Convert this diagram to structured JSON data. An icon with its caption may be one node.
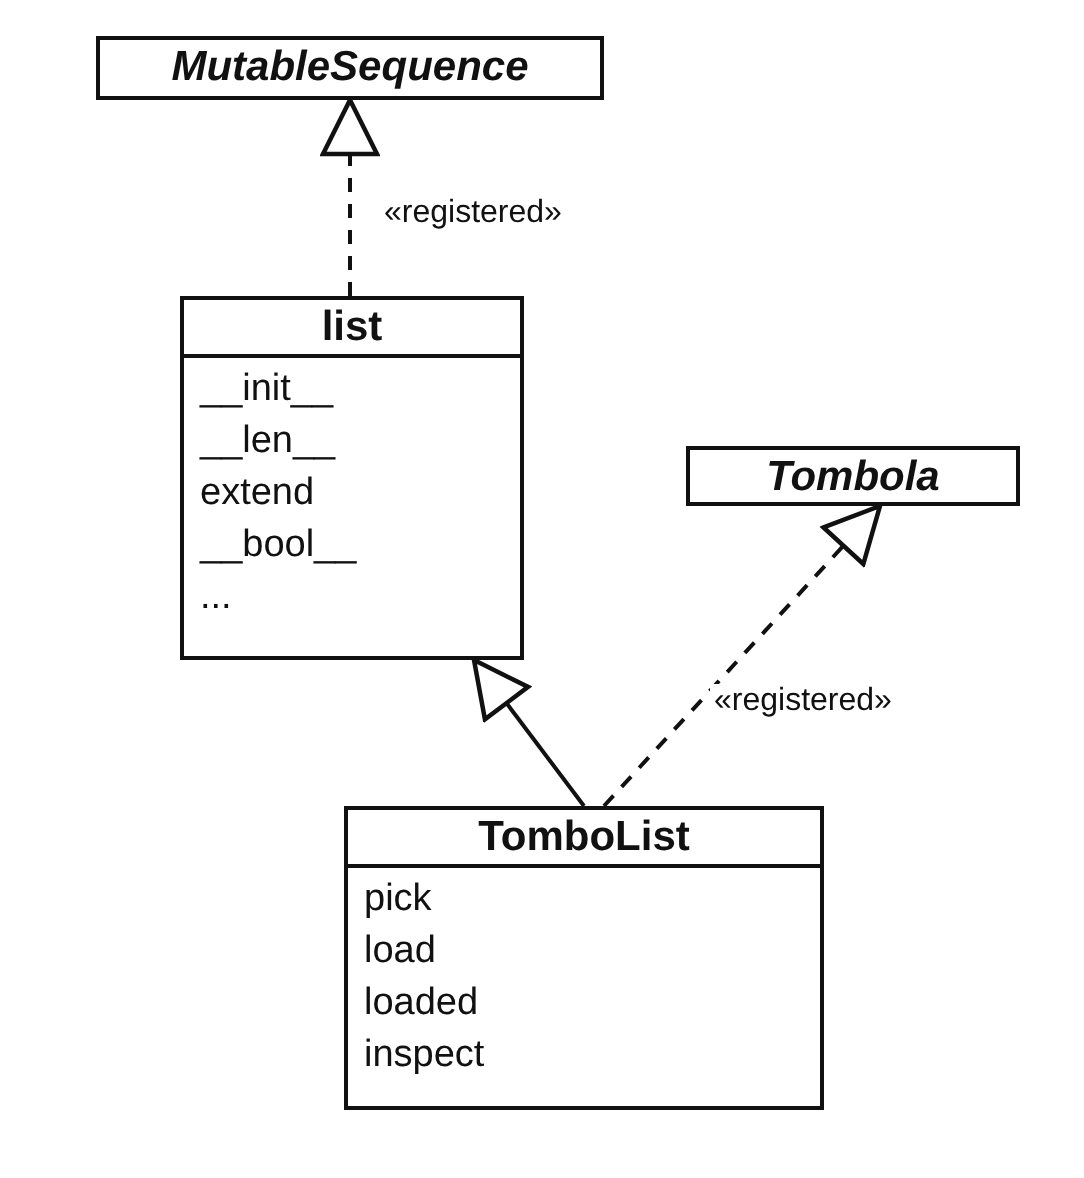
{
  "diagram": {
    "nodes": [
      {
        "text": [
          "MutableSequence"
        ]
      },
      {
        "text": [
          "list",
          "__init__",
          "__len__",
          "extend",
          "__bool__",
          "..."
        ]
      },
      {
        "text": [
          "Tombola"
        ]
      },
      {
        "text": [
          "TomboList",
          "pick",
          "load",
          "loaded",
          "inspect"
        ]
      }
    ],
    "edges": [
      {
        "from": 1,
        "to": 0,
        "arrow": "to",
        "style": "dashed",
        "label": "«registered»"
      },
      {
        "from": 3,
        "to": 1,
        "arrow": "to"
      },
      {
        "from": 3,
        "to": 2,
        "arrow": "to",
        "style": "dashed",
        "label": "«registered»"
      }
    ]
  }
}
